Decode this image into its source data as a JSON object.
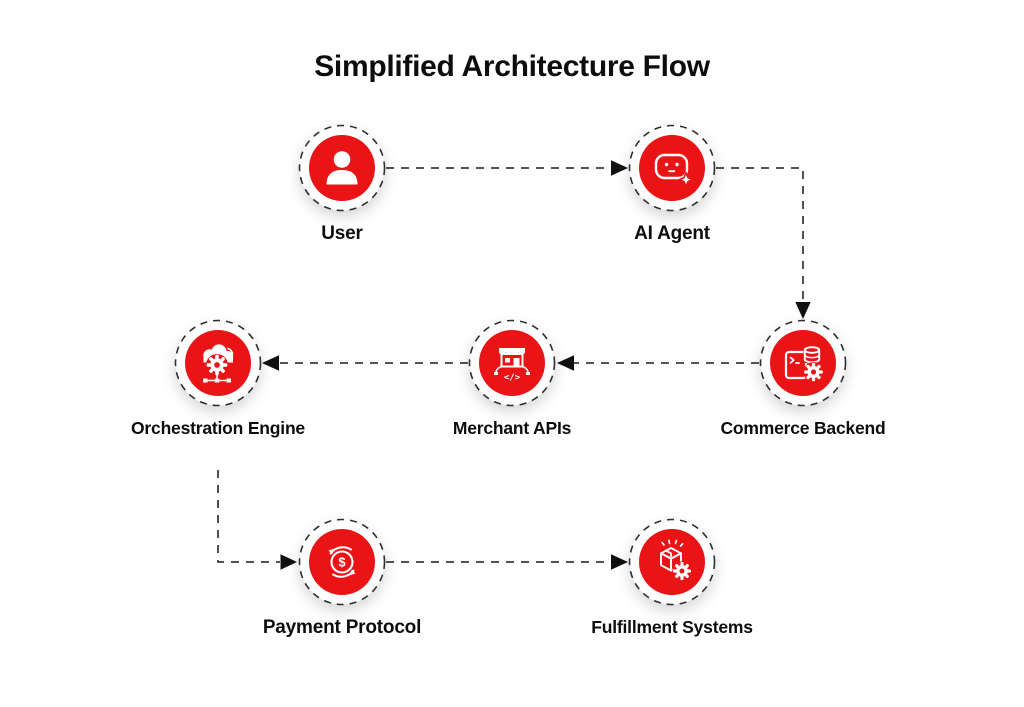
{
  "title": "Simplified Architecture Flow",
  "colors": {
    "node_fill": "#EA1417",
    "ring_stroke": "#2F2F2F",
    "edge_stroke": "#3C3C3C",
    "arrowhead": "#101010",
    "label_text": "#0D0D0D",
    "background": "#FFFFFF",
    "icon": "#FFFFFF"
  },
  "nodes": [
    {
      "id": "user",
      "label": "User",
      "icon": "user-icon"
    },
    {
      "id": "ai-agent",
      "label": "AI Agent",
      "icon": "robot-chat-sparkle-icon"
    },
    {
      "id": "commerce-backend",
      "label": "Commerce Backend",
      "icon": "terminal-database-gear-icon"
    },
    {
      "id": "merchant-apis",
      "label": "Merchant APIs",
      "icon": "storefront-code-icon"
    },
    {
      "id": "orchestration-engine",
      "label": "Orchestration Engine",
      "icon": "cloud-gear-network-icon"
    },
    {
      "id": "payment-protocol",
      "label": "Payment Protocol",
      "icon": "dollar-coin-transfer-icon"
    },
    {
      "id": "fulfillment-systems",
      "label": "Fulfillment Systems",
      "icon": "package-gear-icon"
    }
  ],
  "edges": [
    {
      "from": "User",
      "to": "AI Agent",
      "style": "dashed",
      "route": "right"
    },
    {
      "from": "AI Agent",
      "to": "Commerce Backend",
      "style": "dashed",
      "route": "right-then-down"
    },
    {
      "from": "Commerce Backend",
      "to": "Merchant APIs",
      "style": "dashed",
      "route": "left"
    },
    {
      "from": "Merchant APIs",
      "to": "Orchestration Engine",
      "style": "dashed",
      "route": "left"
    },
    {
      "from": "Orchestration Engine",
      "to": "Payment Protocol",
      "style": "dashed",
      "route": "down-then-right"
    },
    {
      "from": "Payment Protocol",
      "to": "Fulfillment Systems",
      "style": "dashed",
      "route": "right"
    }
  ]
}
